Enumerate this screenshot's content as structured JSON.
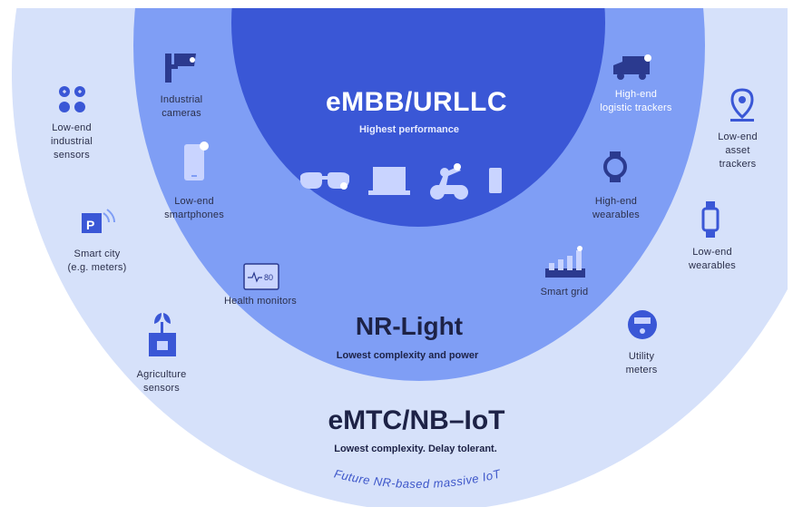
{
  "colors": {
    "outer_ring": "#d6e1fa",
    "middle_ring": "#7f9ef5",
    "inner_circle": "#3a57d6",
    "dark_text": "#1d2246",
    "accent_blue": "#3d56c9"
  },
  "inner": {
    "title": "eMBB/URLLC",
    "subtitle": "Highest performance"
  },
  "middle": {
    "title": "NR-Light",
    "subtitle": "Lowest complexity and power"
  },
  "outer": {
    "title": "eMTC/NB–IoT",
    "subtitle": "Lowest complexity. Delay tolerant.",
    "future_label": "Future NR-based massive IoT"
  },
  "labels": {
    "industrial_cameras": "Industrial\ncameras",
    "low_end_smartphones": "Low-end\nsmartphones",
    "health_monitors": "Health monitors",
    "high_end_logistic_trackers": "High-end\nlogistic trackers",
    "high_end_wearables": "High-end\nwearables",
    "smart_grid": "Smart grid",
    "low_end_industrial_sensors": "Low-end\nindustrial\nsensors",
    "smart_city": "Smart city\n(e.g. meters)",
    "agriculture_sensors": "Agriculture\nsensors",
    "low_end_asset_trackers": "Low-end\nasset trackers",
    "low_end_wearables": "Low-end\nwearables",
    "utility_meters": "Utility\nmeters",
    "health_monitor_reading": "80"
  },
  "icons": {
    "inner_row": [
      "vr-glasses-icon",
      "laptop-icon",
      "robot-arm-icon",
      "phone-icon"
    ],
    "middle_ring": [
      "security-camera-icon",
      "smartphone-icon",
      "health-monitor-icon",
      "delivery-truck-icon",
      "smartwatch-icon",
      "smart-grid-icon"
    ],
    "outer_ring": [
      "industrial-sensor-icon",
      "smart-city-meter-icon",
      "plant-sensor-icon",
      "location-pin-icon",
      "wearable-band-icon",
      "utility-meter-icon"
    ]
  }
}
